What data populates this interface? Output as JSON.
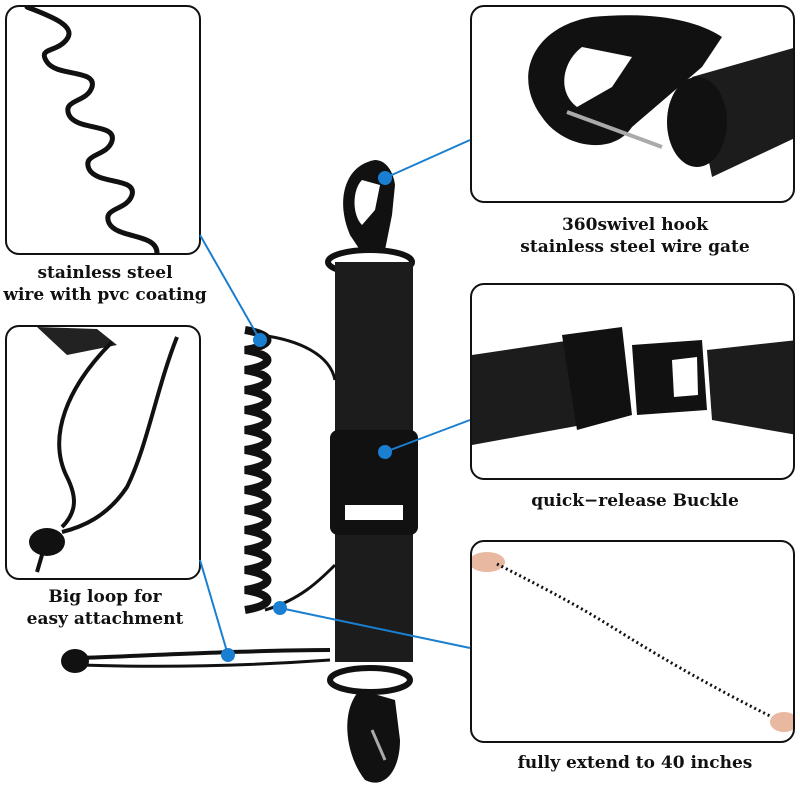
{
  "captions": {
    "coil_wire": [
      "stainless steel",
      "wire with pvc coating"
    ],
    "swivel_hook": [
      "360swivel hook",
      "stainless steel wire gate"
    ],
    "loop": [
      "Big loop for",
      "easy attachment"
    ],
    "buckle": "quick−release Buckle",
    "extend": "fully extend to 40 inches"
  },
  "colors": {
    "accent_line": "#1a7fd0",
    "product": "#111111",
    "strap": "#1c1c1c",
    "background": "#ffffff"
  },
  "icons": [
    "coil-spring-icon",
    "swivel-hook-icon",
    "cord-loop-icon",
    "buckle-icon",
    "extended-coil-icon"
  ]
}
